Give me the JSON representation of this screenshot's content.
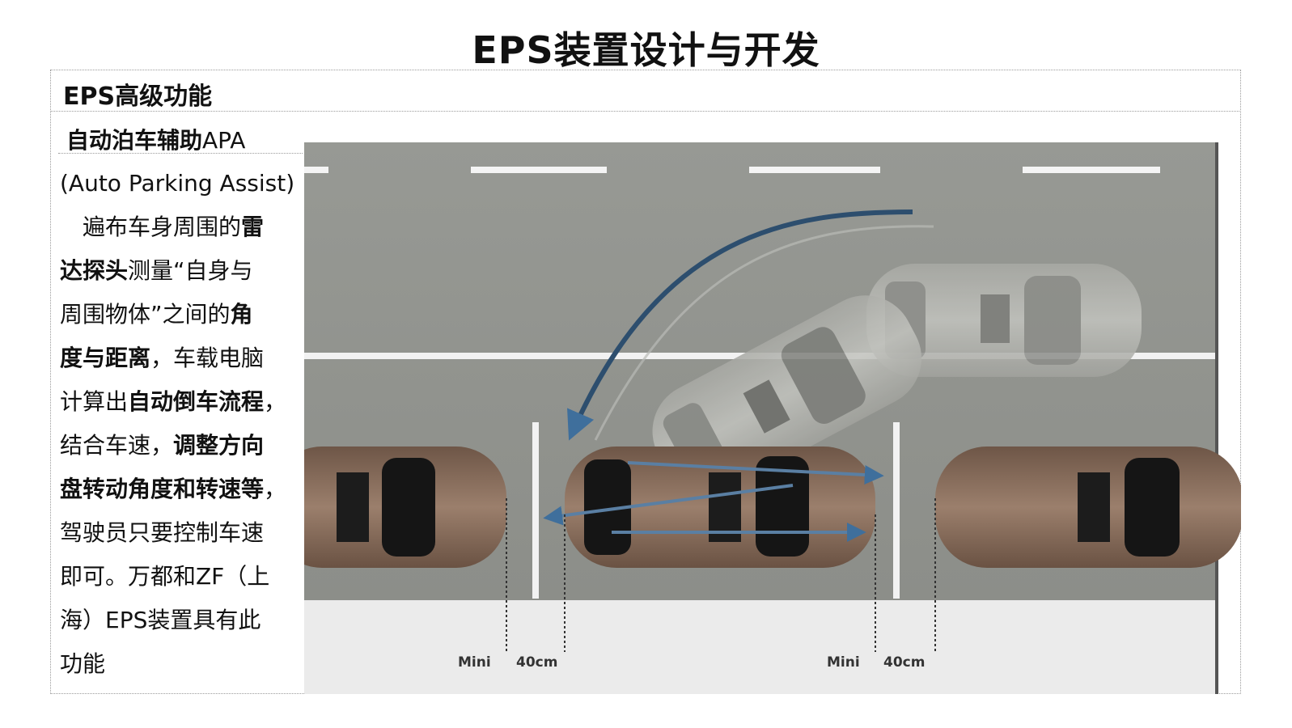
{
  "title": "EPS装置设计与开发",
  "section": {
    "heading": "EPS高级功能",
    "subheading_bold": "自动泊车辅助",
    "subheading_rest": "APA"
  },
  "body_lines": [
    [
      {
        "t": "(Auto Parking Assist)",
        "b": false
      }
    ],
    [
      {
        "t": "　遍布车身周围的",
        "b": false
      },
      {
        "t": "雷",
        "b": true
      }
    ],
    [
      {
        "t": "达探头",
        "b": true
      },
      {
        "t": "测量“自身与",
        "b": false
      }
    ],
    [
      {
        "t": "周围物体”之间的",
        "b": false
      },
      {
        "t": "角",
        "b": true
      }
    ],
    [
      {
        "t": "度与距离",
        "b": true
      },
      {
        "t": "，车载电脑",
        "b": false
      }
    ],
    [
      {
        "t": "计算出",
        "b": false
      },
      {
        "t": "自动倒车流程",
        "b": true
      },
      {
        "t": "，",
        "b": false
      }
    ],
    [
      {
        "t": "结合车速，",
        "b": false
      },
      {
        "t": "调整方向",
        "b": true
      }
    ],
    [
      {
        "t": "盘转动角度和转速等",
        "b": true
      },
      {
        "t": "，",
        "b": false
      }
    ],
    [
      {
        "t": "驾驶员只要控制车速",
        "b": false
      }
    ],
    [
      {
        "t": "即可。万都和ZF（上",
        "b": false
      }
    ],
    [
      {
        "t": "海）EPS装置具有此",
        "b": false
      }
    ],
    [
      {
        "t": "功能",
        "b": false
      }
    ]
  ],
  "figure": {
    "labels": {
      "left_mini": "Mini",
      "left_cm": "40cm",
      "right_mini": "Mini",
      "right_cm": "40cm"
    },
    "colors": {
      "road": "#8f918c",
      "curb": "#e9e9e9",
      "car_body": "#8a6e5c",
      "arrow": "#3f6f9c"
    }
  }
}
